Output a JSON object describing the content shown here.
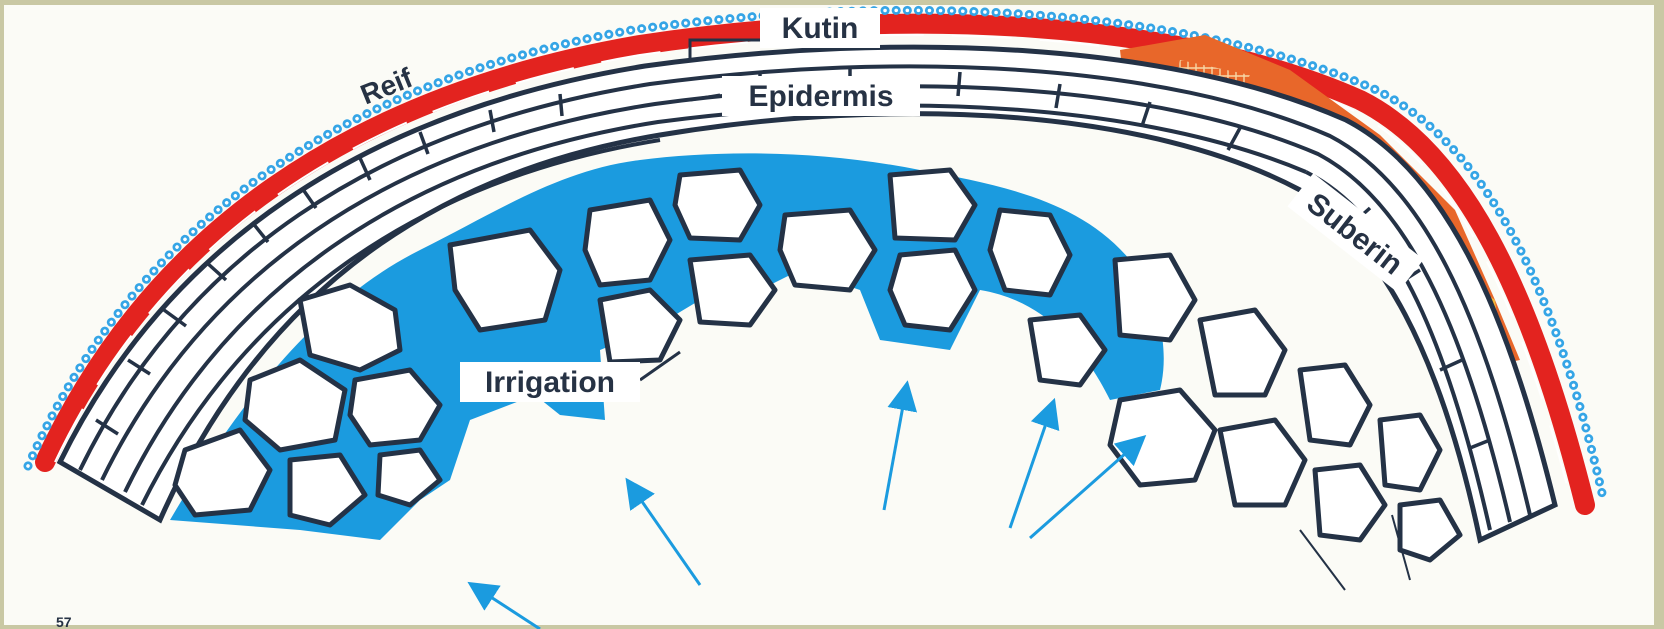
{
  "labels": {
    "kutin": "Kutin",
    "epidermis": "Epidermis",
    "reif": "Reif",
    "suberin": "Suberin",
    "irrigation": "Irrigation",
    "figure_number": "57"
  },
  "colors": {
    "background": "#fbfbf6",
    "frame": "#c9c8a4",
    "cell_outline": "#243246",
    "water": "#1b9bdf",
    "cuticle_red": "#e3231f",
    "suberin_orange": "#e8672a",
    "wax_beads": "#35a5e6",
    "label_box": "#ffffff"
  },
  "icons": {
    "water_arrow": "arrow-up-icon",
    "wax_bead": "circle-icon"
  }
}
